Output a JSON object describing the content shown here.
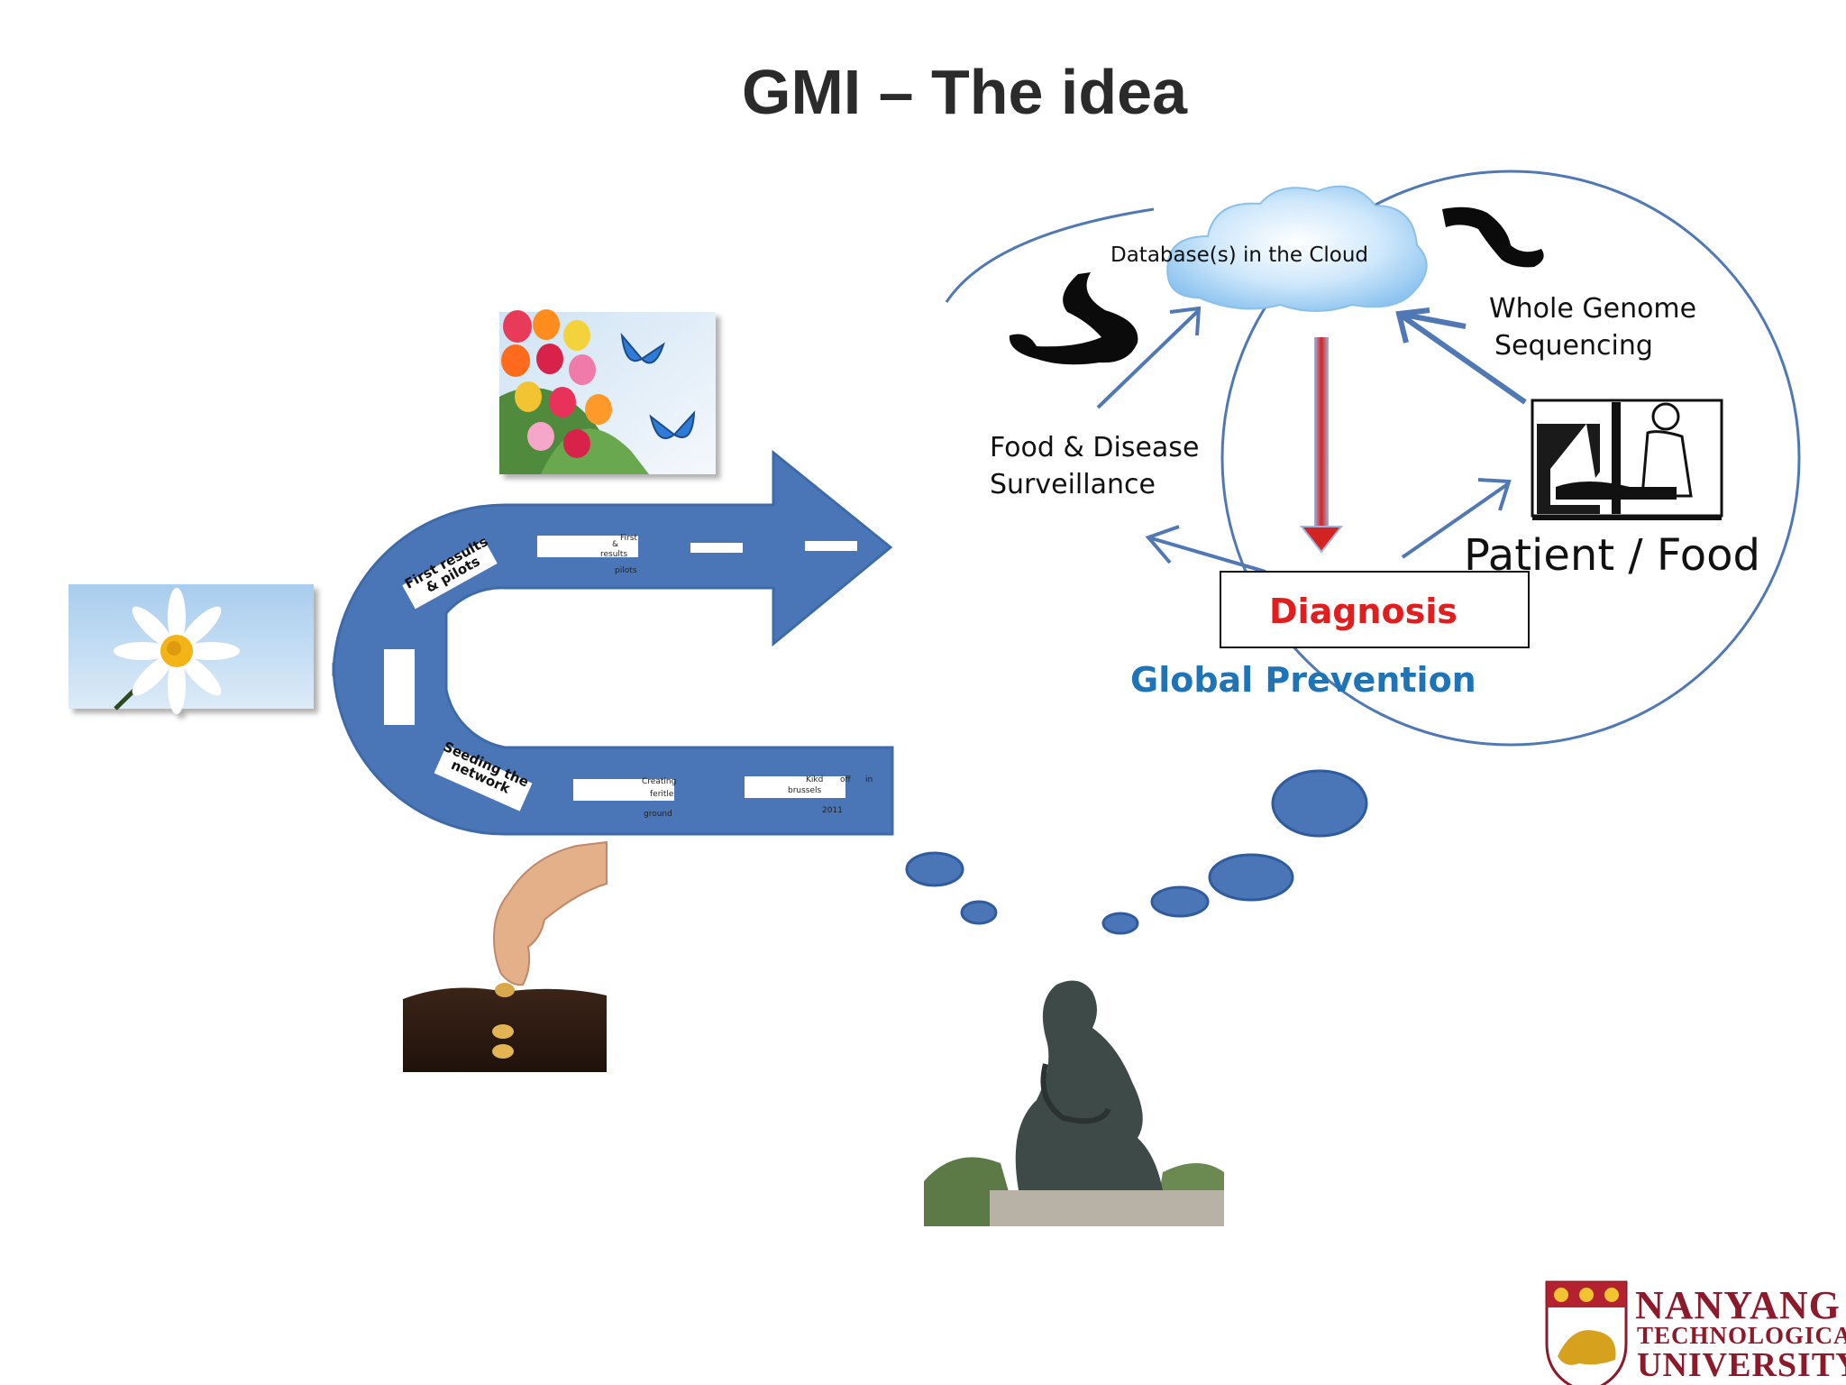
{
  "slide": {
    "title": "GMI – The idea"
  },
  "road": {
    "sign_first_results": "First results & pilots",
    "sign_seeding": "Seeding the network",
    "box_first_a": "First",
    "box_first_b": "&",
    "box_first_c": "results",
    "box_first_d": "pilots",
    "box_creating_a": "Creating",
    "box_creating_b": "feritle",
    "box_creating_c": "ground",
    "box_kikd_a": "Kikd",
    "box_kikd_b": "off",
    "box_kikd_c": "in",
    "box_kikd_d": "brussels",
    "box_kikd_e": "2011"
  },
  "cycle": {
    "cloud_label": "Database(s) in the Cloud",
    "wgs_line1": "Whole Genome",
    "wgs_line2": "Sequencing",
    "surv_line1": "Food & Disease",
    "surv_line2": "Surveillance",
    "patient": "Patient  / Food",
    "diagnosis": "Diagnosis",
    "prevention": "Global Prevention"
  },
  "logo": {
    "line1": "NANYANG",
    "line2": "TECHNOLOGICAL",
    "line3": "UNIVERSITY"
  },
  "colors": {
    "road_blue": "#4a76b8",
    "ellipse_blue": "#4f78b4",
    "diagnosis_red": "#e11d1d",
    "prevention_blue": "#1f73b7",
    "down_arrow_red": "#d42323",
    "ntu_red": "#8c1a2b"
  }
}
